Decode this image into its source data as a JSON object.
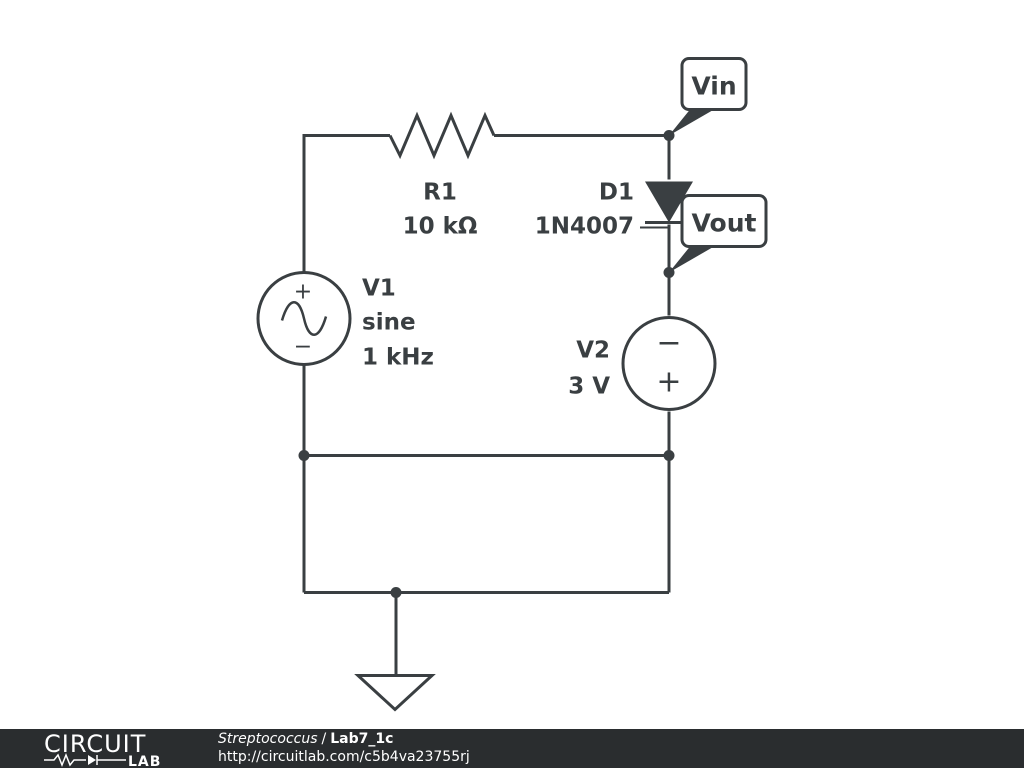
{
  "components": {
    "r1": {
      "name": "R1",
      "value": "10 kΩ"
    },
    "d1": {
      "name": "D1",
      "value": "1N4007"
    },
    "v1": {
      "name": "V1",
      "type": "sine",
      "frequency": "1 kHz"
    },
    "v2": {
      "name": "V2",
      "value": "3 V"
    }
  },
  "probes": {
    "vin": "Vin",
    "vout": "Vout"
  },
  "polarity": {
    "plus": "+",
    "minus": "−"
  },
  "footer": {
    "brand_top": "CIRCUIT",
    "brand_bottom": "LAB",
    "author": "Streptococcus",
    "separator": "/",
    "circuit_name": "Lab7_1c",
    "url": "http://circuitlab.com/c5b4va23755rj"
  },
  "colors": {
    "wire": "#3a3f42",
    "footer_bg": "#2a2d2f",
    "footer_text": "#ffffff",
    "background": "#ffffff"
  }
}
